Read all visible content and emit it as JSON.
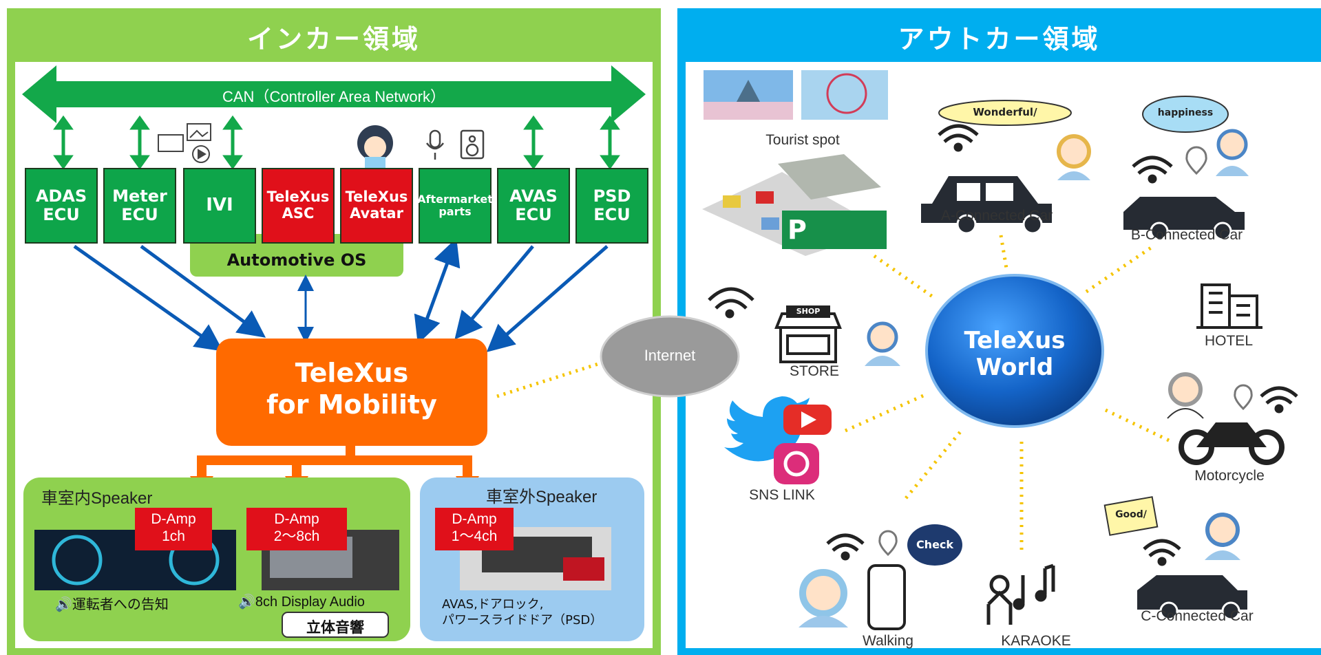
{
  "incar": {
    "title": "インカー領域",
    "can_label": "CAN（Controller Area Network）",
    "ecus": [
      {
        "label": "ADAS\nECU",
        "color": "green"
      },
      {
        "label": "Meter\nECU",
        "color": "green"
      },
      {
        "label": "IVI",
        "color": "green"
      },
      {
        "label": "TeleXus\nASC",
        "color": "red"
      },
      {
        "label": "TeleXus\nAvatar",
        "color": "red"
      },
      {
        "label": "Aftermarket\nparts",
        "color": "green"
      },
      {
        "label": "AVAS\nECU",
        "color": "green"
      },
      {
        "label": "PSD\nECU",
        "color": "green"
      }
    ],
    "automotive_os": "Automotive OS",
    "telexus_mobility": "TeleXus\nfor Mobility",
    "speaker_in": {
      "title": "車室内Speaker",
      "amp1": "D-Amp\n1ch",
      "amp2": "D-Amp\n2〜8ch",
      "caption1": "🔊運転者への告知",
      "caption2": "🔊8ch Display Audio",
      "surround": "立体音響"
    },
    "speaker_out": {
      "title": "車室外Speaker",
      "amp": "D-Amp\n1〜4ch",
      "caption": "AVAS,ドアロック,\nパワースライドドア（PSD）"
    }
  },
  "internet": "Internet",
  "outcar": {
    "title": "アウトカー領域",
    "world": "TeleXus\nWorld",
    "nodes": {
      "tourist": "Tourist spot",
      "a_car": "A-Connected Car",
      "a_bubble": "Wonderful/",
      "b_car": "B-Connected Car",
      "b_bubble": "happiness",
      "hotel": "HOTEL",
      "store": "STORE",
      "shop_sign": "SHOP",
      "sns": "SNS LINK",
      "motorcycle": "Motorcycle",
      "c_car": "C-Connected Car",
      "c_bubble": "Good/",
      "walking": "Walking",
      "check": "Check",
      "karaoke": "KARAOKE",
      "parking": "P"
    }
  }
}
